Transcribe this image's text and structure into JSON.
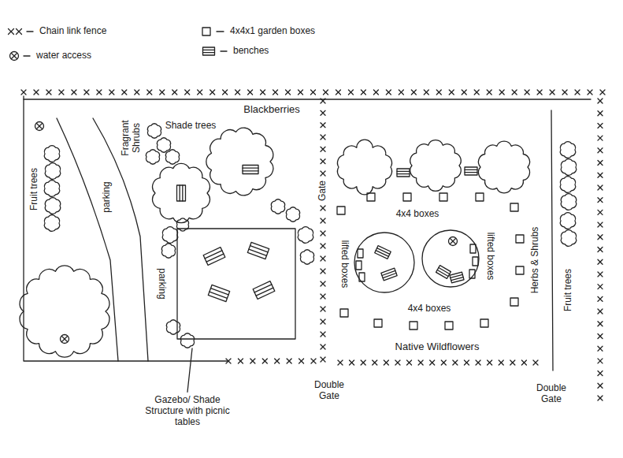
{
  "diagram": {
    "labels": [
      "Blackberries",
      "Fragrant Shrubs",
      "Shade trees",
      "Fruit trees",
      "parking",
      "parking",
      "Gate",
      "4x4 boxes",
      "lifted boxes",
      "lifted boxes",
      "Herbs & Shrubs",
      "Fruit trees",
      "4x4 boxes",
      "Native Wildflowers",
      "Gazebo/ Shade Structure with picnic tables",
      "Double Gate",
      "Double Gate"
    ],
    "legend": [
      {
        "text": "Chain link fence"
      },
      {
        "text": "water access"
      },
      {
        "text": "4x4x1 garden boxes"
      },
      {
        "text": "benches"
      }
    ]
  }
}
